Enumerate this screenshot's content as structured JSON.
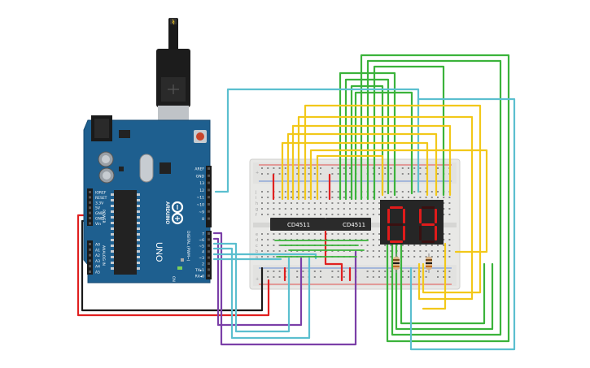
{
  "colors": {
    "board": "#1e5f8f",
    "board_dark": "#13476c",
    "breadboard": "#e8e8e6",
    "wire_yellow": "#f2c81a",
    "wire_green": "#3bb33b",
    "wire_cyan": "#5bbfcf",
    "wire_red": "#e02020",
    "wire_black": "#1a1a1a",
    "wire_purple": "#7b3fa8",
    "display_bg": "#262626",
    "segment_on": "#e01b1b"
  },
  "arduino": {
    "brand": "ARDUINO",
    "model": "UNO",
    "power_header_title": "POWER",
    "analog_header_title": "ANALOG IN",
    "digital_header_title": "DIGITAL (PWM~)",
    "on_label": "ON",
    "power_pins": [
      "IOREF",
      "RESET",
      "3.3V",
      "5V",
      "GND",
      "GND",
      "Vin"
    ],
    "analog_pins": [
      "A0",
      "A1",
      "A2",
      "A3",
      "A4",
      "A5"
    ],
    "digital_top_pins": [
      "AREF",
      "GND",
      "13",
      "12",
      "~11",
      "~10",
      "~9",
      "8"
    ],
    "digital_bottom_pins": [
      "7",
      "~6",
      "~5",
      "4",
      "~3",
      "2",
      "TX▸1",
      "RX◂0"
    ]
  },
  "breadboard": {
    "row_letters": [
      "j",
      "i",
      "h",
      "g",
      "f",
      "e",
      "d",
      "c",
      "b",
      "a"
    ]
  },
  "chips": [
    {
      "label": "CD4511"
    },
    {
      "label": "CD4511"
    }
  ],
  "display": {
    "digits": [
      "0",
      "4"
    ]
  },
  "icons": {
    "usb": "usb-cable-icon",
    "reset": "reset-button-icon",
    "logo": "arduino-infinity-logo-icon"
  }
}
